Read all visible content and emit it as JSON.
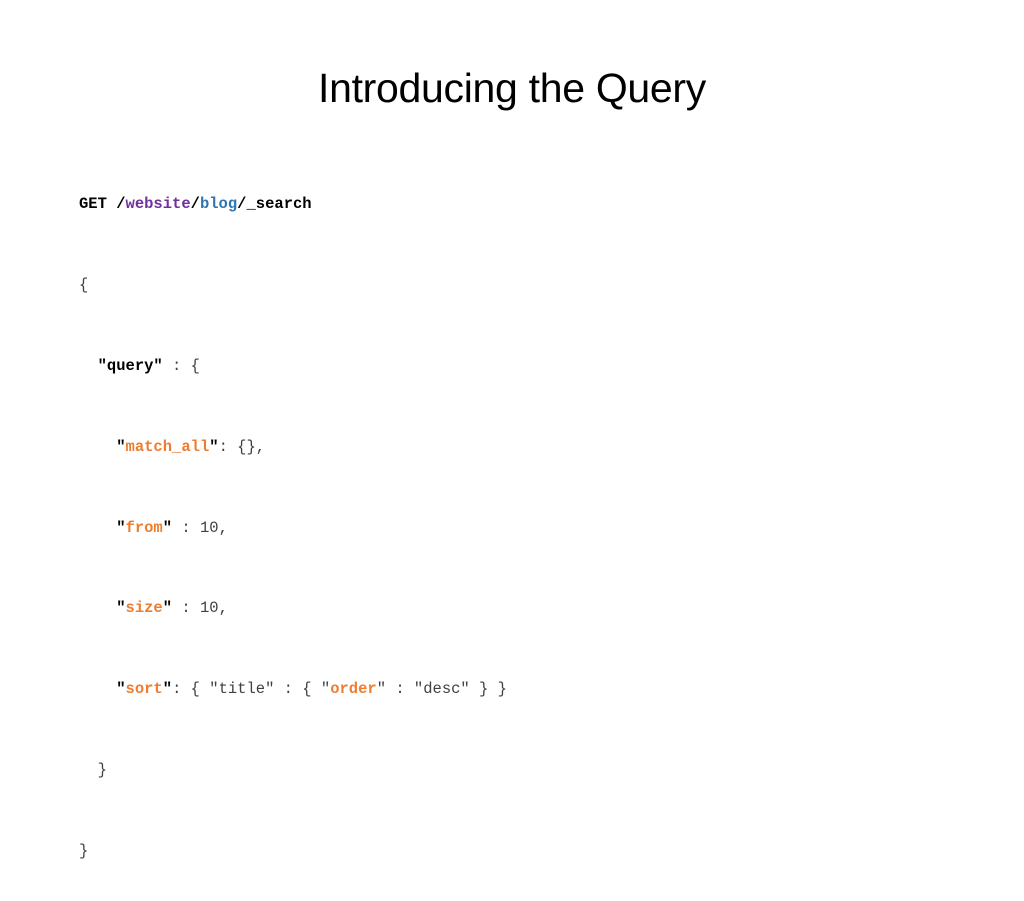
{
  "slide": {
    "title": "Introducing the Query"
  },
  "code": {
    "line1": {
      "method": "GET",
      "slash1": " /",
      "index": "website",
      "slash2": "/",
      "type": "blog",
      "slash3": "/",
      "endpoint": "_search"
    },
    "line2": "{",
    "line3": {
      "indent": "  ",
      "key": "\"query\"",
      "rest": " : {"
    },
    "line4": {
      "indent": "    ",
      "q1": "\"",
      "key": "match_all",
      "q2": "\"",
      "rest": ": {},"
    },
    "line5": {
      "indent": "    ",
      "q1": "\"",
      "key": "from",
      "q2": "\"",
      "rest": " : 10,"
    },
    "line6": {
      "indent": "    ",
      "q1": "\"",
      "key": "size",
      "q2": "\"",
      "rest": " : 10,"
    },
    "line7": {
      "indent": "    ",
      "q1": "\"",
      "key": "sort",
      "q2": "\"",
      "mid": ": { \"title\" : { \"",
      "key2": "order",
      "rest": "\" : \"desc\" } }"
    },
    "line8": "  }",
    "line9": "}"
  },
  "colors": {
    "index": "#7030a0",
    "type": "#2e75b6",
    "param_key": "#ed7d31",
    "bold_text": "#000000",
    "plain_text": "#404040"
  }
}
